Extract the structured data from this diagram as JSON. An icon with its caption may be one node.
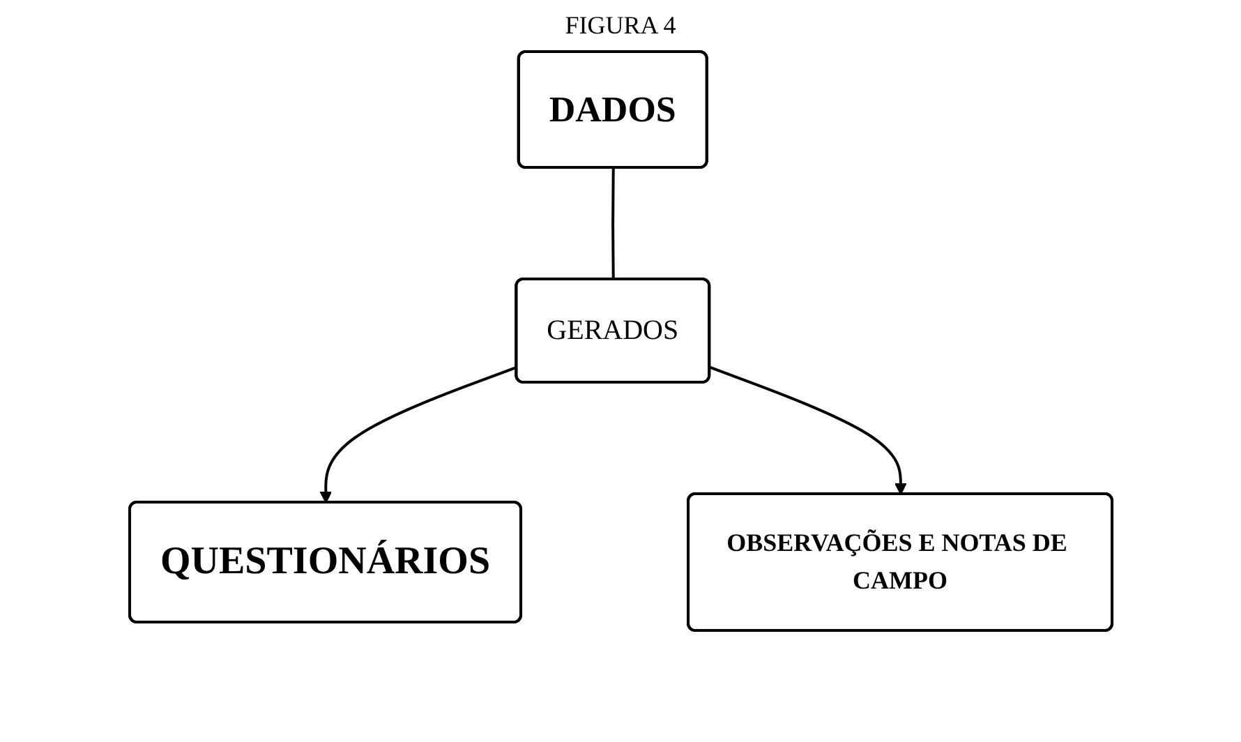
{
  "diagram": {
    "title": "FIGURA 4",
    "nodes": [
      {
        "text": [
          "DADOS"
        ]
      },
      {
        "text": [
          "GERADOS"
        ]
      },
      {
        "text": [
          "QUESTIONÁRIOS"
        ]
      },
      {
        "text": [
          "OBSERVAÇÕES E NOTAS DE CAMPO"
        ]
      }
    ],
    "edges": [
      {
        "from": 0,
        "to": 1,
        "arrow": "none"
      },
      {
        "from": 1,
        "to": 2,
        "arrow": "to"
      },
      {
        "from": 1,
        "to": 3,
        "arrow": "to"
      }
    ]
  }
}
